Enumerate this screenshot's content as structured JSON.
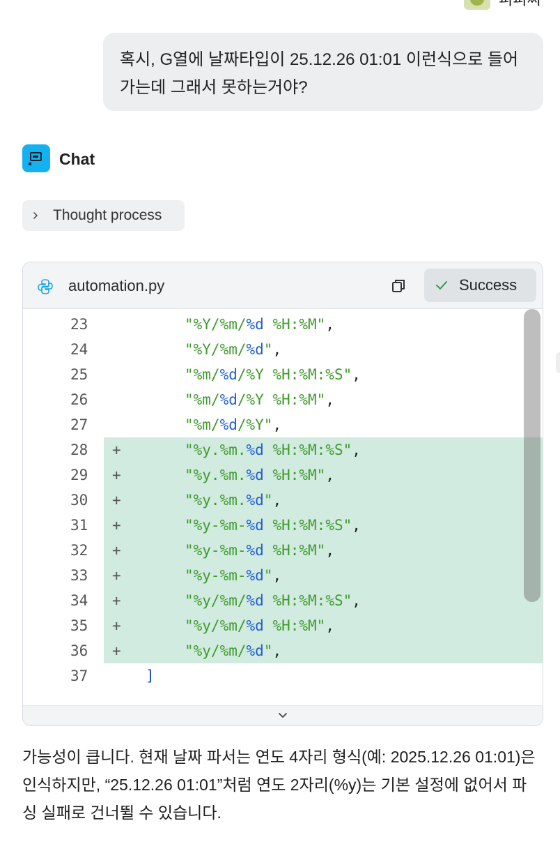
{
  "header": {
    "user_name": "피피씨"
  },
  "user_message": {
    "text": "혹시, G열에 날짜타입이 25.12.26 01:01 이런식으로 들어가는데 그래서 못하는거야?"
  },
  "assistant": {
    "name": "Chat",
    "thought_label": "Thought process",
    "code_block": {
      "filename": "automation.py",
      "status": "Success",
      "lines": [
        {
          "num": "23",
          "added": false,
          "code": "\"%Y/%m/%d %H:%M\","
        },
        {
          "num": "24",
          "added": false,
          "code": "\"%Y/%m/%d\","
        },
        {
          "num": "25",
          "added": false,
          "code": "\"%m/%d/%Y %H:%M:%S\","
        },
        {
          "num": "26",
          "added": false,
          "code": "\"%m/%d/%Y %H:%M\","
        },
        {
          "num": "27",
          "added": false,
          "code": "\"%m/%d/%Y\","
        },
        {
          "num": "28",
          "added": true,
          "code": "\"%y.%m.%d %H:%M:%S\","
        },
        {
          "num": "29",
          "added": true,
          "code": "\"%y.%m.%d %H:%M\","
        },
        {
          "num": "30",
          "added": true,
          "code": "\"%y.%m.%d\","
        },
        {
          "num": "31",
          "added": true,
          "code": "\"%y-%m-%d %H:%M:%S\","
        },
        {
          "num": "32",
          "added": true,
          "code": "\"%y-%m-%d %H:%M\","
        },
        {
          "num": "33",
          "added": true,
          "code": "\"%y-%m-%d\","
        },
        {
          "num": "34",
          "added": true,
          "code": "\"%y/%m/%d %H:%M:%S\","
        },
        {
          "num": "35",
          "added": true,
          "code": "\"%y/%m/%d %H:%M\","
        },
        {
          "num": "36",
          "added": true,
          "code": "\"%y/%m/%d\","
        },
        {
          "num": "37",
          "added": false,
          "code": "]"
        }
      ]
    },
    "answer_text": "가능성이 큽니다. 현재 날짜 파서는 연도 4자리 형식(예: 2025.12.26 01:01)은 인식하지만, “25.12.26 01:01”처럼 연도 2자리(%y)는 기본 설정에 없어서 파싱 실패로 건너뛸 수 있습니다."
  },
  "colors": {
    "added_bg": "#d2ebe0",
    "string": "#3f9a2c",
    "keyword_blue": "#1f5fcf",
    "accent": "#14b1f0"
  },
  "icons": [
    "chat-logo-icon",
    "chevron-right-icon",
    "python-icon",
    "copy-icon",
    "check-icon",
    "chevron-down-icon"
  ]
}
